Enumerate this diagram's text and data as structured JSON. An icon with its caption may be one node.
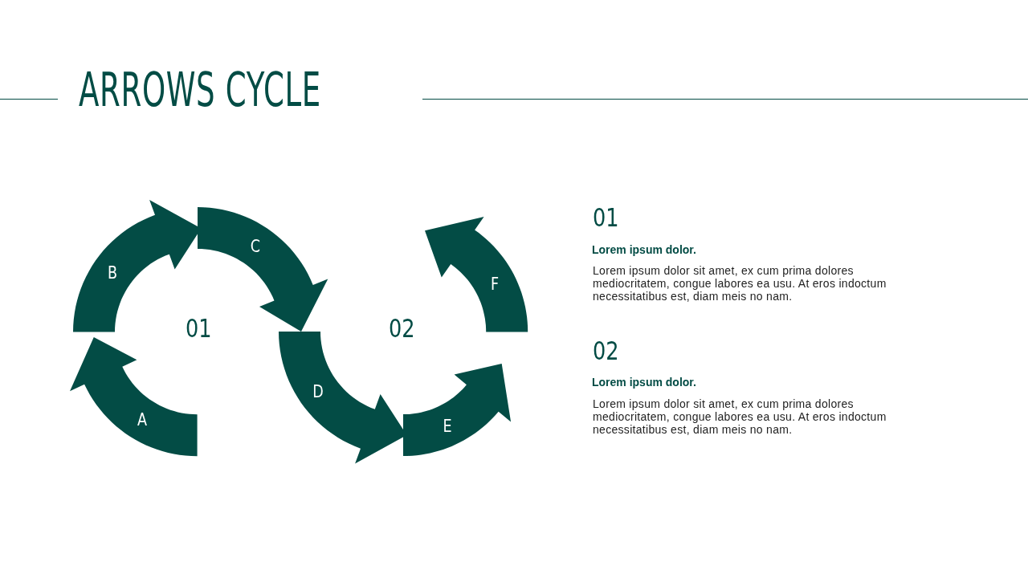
{
  "diagram": {
    "title": "ARROWS CYCLE",
    "nodes": [
      {
        "text": [
          "A"
        ]
      },
      {
        "text": [
          "B"
        ]
      },
      {
        "text": [
          "C"
        ]
      },
      {
        "text": [
          "D"
        ]
      },
      {
        "text": [
          "E"
        ]
      },
      {
        "text": [
          "F"
        ]
      }
    ],
    "labels": [
      "01",
      "02",
      "01",
      "Lorem ipsum dolor.",
      "Lorem ipsum dolor sit amet, ex cum prima dolores mediocritatem, congue labores ea usu. At eros indoctum necessitatibus est, diam meis no nam.",
      "02",
      "Lorem ipsum dolor.",
      "Lorem ipsum dolor sit amet, ex cum prima dolores mediocritatem, congue labores ea usu. At eros indoctum necessitatibus est, diam meis no nam."
    ]
  }
}
